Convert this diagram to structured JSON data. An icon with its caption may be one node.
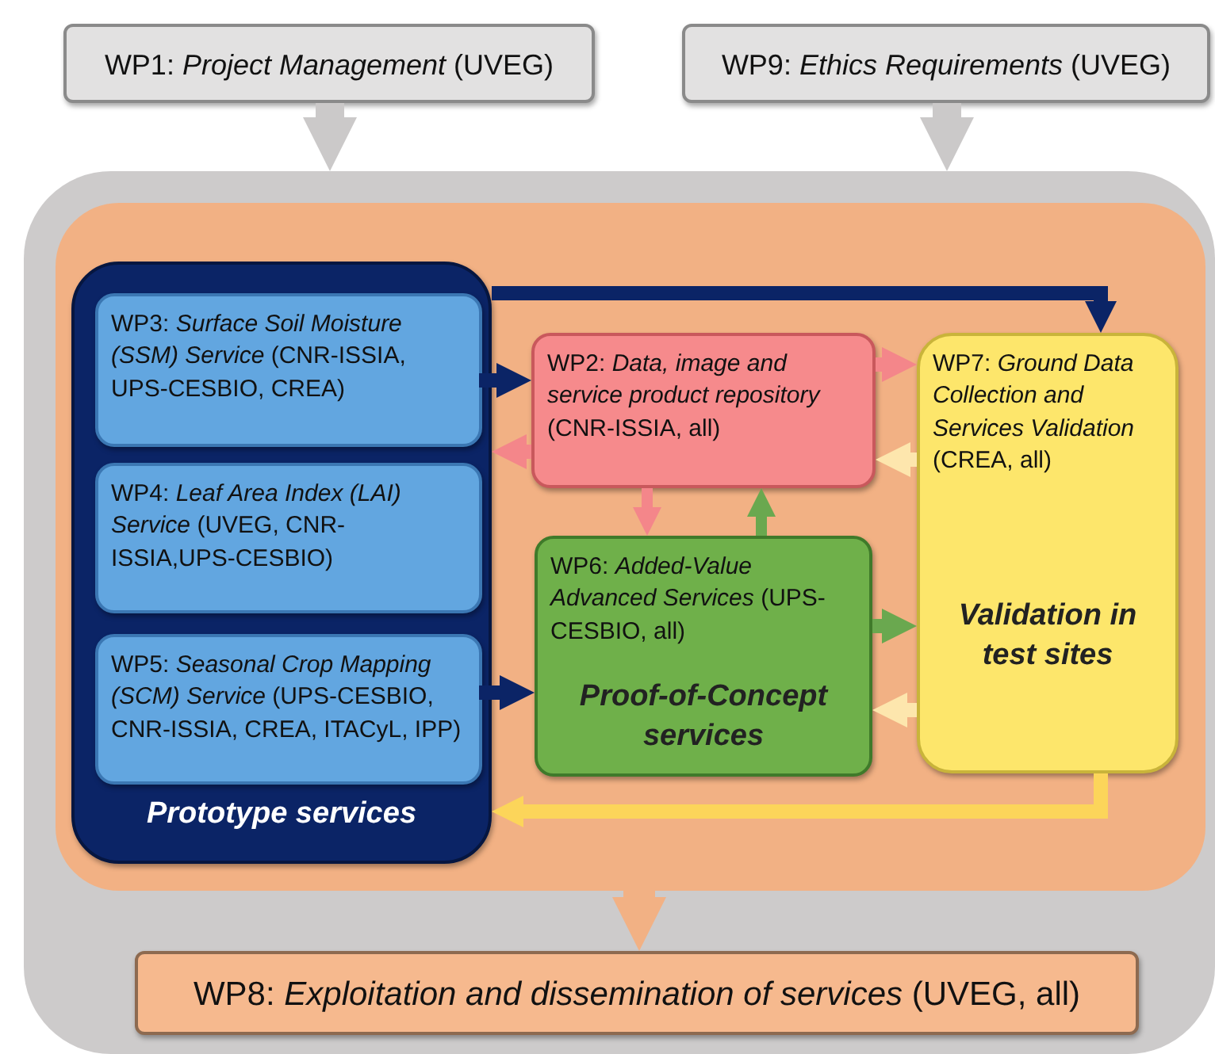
{
  "diagram": {
    "nodes": [
      {
        "text": [],
        "shape": "box"
      },
      {
        "text": [
          "WP1: *Project Management* (UVEG)"
        ]
      },
      {
        "text": [
          "WP9: *Ethics Requirements* (UVEG)"
        ]
      },
      {
        "text": [],
        "shape": "box",
        "in": 0
      },
      {
        "text": [
          "Prototype services"
        ],
        "in": 3
      },
      {
        "text": [
          "WP3: *Surface Soil Moisture (SSM) Service* (CNR-ISSIA, UPS-CESBIO, CREA)"
        ],
        "in": 4
      },
      {
        "text": [
          "WP4: *Leaf Area Index (LAI) Service* (UVEG, CNR-ISSIA,UPS-CESBIO)"
        ],
        "in": 4
      },
      {
        "text": [
          "WP5: *Seasonal Crop Mapping (SCM) Service* (UPS-CESBIO, CNR-ISSIA, CREA, ITACyL, IPP)"
        ],
        "in": 4
      },
      {
        "text": [
          "WP2: *Data, image and service product repository* (CNR-ISSIA, all)"
        ],
        "in": 3
      },
      {
        "text": [
          "WP6: *Added-Value Advanced Services* (UPS-CESBIO, all)",
          "Proof-of-Concept services"
        ],
        "in": 3
      },
      {
        "text": [
          "WP7: *Ground Data Collection and Services Validation* (CREA, all)",
          "Validation in test sites"
        ],
        "in": 3
      },
      {
        "text": [
          "WP8: *Exploitation and dissemination of services* (UVEG, all)"
        ],
        "in": 0
      }
    ],
    "edges": [
      {
        "from": 1,
        "to": 0,
        "arrow": "to",
        "style": "thick",
        "color": "#cbc9c9"
      },
      {
        "from": 2,
        "to": 0,
        "arrow": "to",
        "style": "thick",
        "color": "#cbc9c9"
      },
      {
        "from": 4,
        "to": 10,
        "arrow": "to",
        "color": "#0b2466"
      },
      {
        "from": 5,
        "to": 8,
        "arrow": "to",
        "color": "#0b2466"
      },
      {
        "from": 8,
        "to": 4,
        "arrow": "to",
        "color": "#f4868a"
      },
      {
        "from": 7,
        "to": 9,
        "arrow": "to",
        "color": "#0b2466"
      },
      {
        "from": 8,
        "to": 10,
        "arrow": "to",
        "color": "#f4868a"
      },
      {
        "from": 10,
        "to": 8,
        "arrow": "to",
        "color": "#fde6ad"
      },
      {
        "from": 8,
        "to": 9,
        "arrow": "to",
        "color": "#f4868a"
      },
      {
        "from": 9,
        "to": 8,
        "arrow": "to",
        "color": "#6aa84f"
      },
      {
        "from": 9,
        "to": 10,
        "arrow": "to",
        "color": "#6aa84f"
      },
      {
        "from": 10,
        "to": 9,
        "arrow": "to",
        "color": "#fde6ad"
      },
      {
        "from": 10,
        "to": 4,
        "arrow": "to",
        "color": "#fcd55a"
      },
      {
        "from": 3,
        "to": 11,
        "arrow": "to",
        "style": "thick",
        "color": "#f2b184"
      }
    ]
  }
}
